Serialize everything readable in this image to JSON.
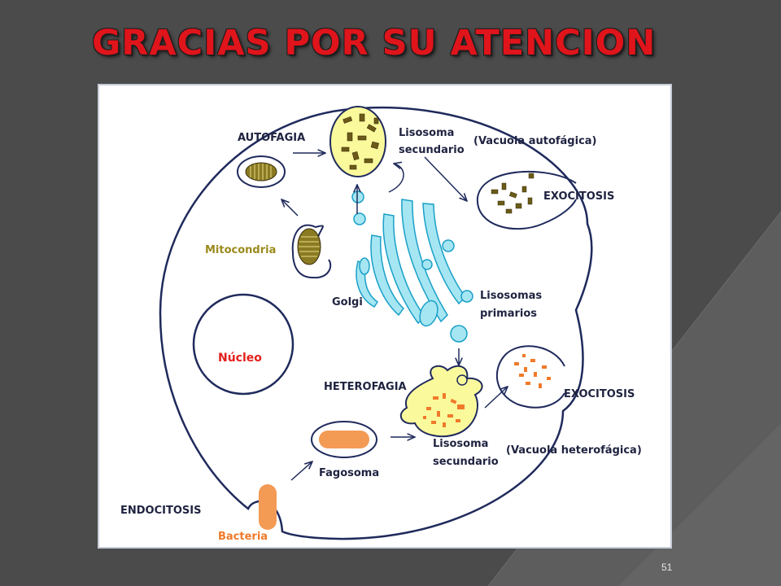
{
  "slide": {
    "title": "GRACIAS POR SU ATENCION",
    "page_number": "51"
  },
  "diagram": {
    "labels": {
      "autofagia": "AUTOFAGIA",
      "lisosoma_top_1": "Lisosoma",
      "lisosoma_top_2": "secundario",
      "vacuola_autofagica": "(Vacuola autofágica)",
      "exocitosis_top": "EXOCITOSIS",
      "mitocondria": "Mitocondria",
      "golgi": "Golgi",
      "lisosomas_primarios_1": "Lisosomas",
      "lisosomas_primarios_2": "primarios",
      "nucleo": "Núcleo",
      "heterofagia": "HETEROFAGIA",
      "exocitosis_bottom": "EXOCITOSIS",
      "lisosoma_bottom_1": "Lisosoma",
      "lisosoma_bottom_2": "secundario",
      "vacuola_heterofagica": "(Vacuola heterofágica)",
      "fagosoma": "Fagosoma",
      "endocitosis": "ENDOCITOSIS",
      "bacteria": "Bacteria"
    },
    "colors": {
      "membrane": "#1f2a5c",
      "lysosome_fill": "#fafa9c",
      "golgi_fill": "#a6e6f2",
      "golgi_stroke": "#1aa0c8",
      "mito_fill": "#8a7a22",
      "bacteria_fill": "#f39a55",
      "debris_brown": "#6b5a18",
      "debris_orange": "#f07a2a",
      "title_red": "#e0141b"
    }
  }
}
